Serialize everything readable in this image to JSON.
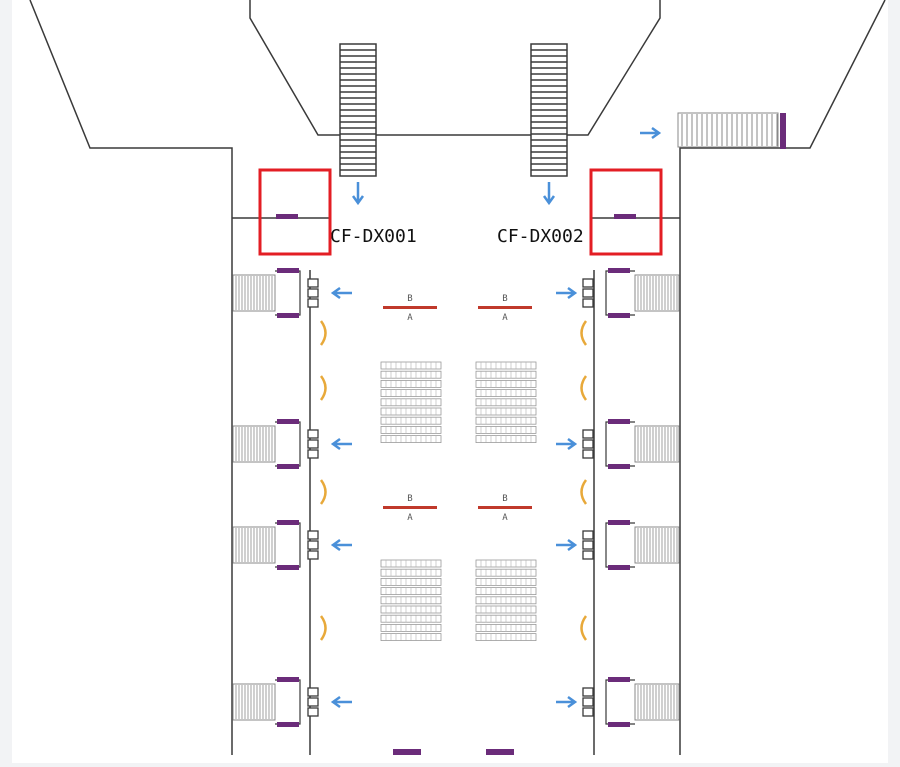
{
  "labels": {
    "left_station": "CF-DX001",
    "right_station": "CF-DX002",
    "sign_upper": "B",
    "sign_lower": "A"
  },
  "colors": {
    "line": "#3a3a3a",
    "highlight": "#e31e24",
    "arrow": "#4a90d9",
    "purple": "#6b2c7a",
    "sign_bar": "#c0392b",
    "door": "#e8a93a",
    "hatch": "#888888"
  }
}
